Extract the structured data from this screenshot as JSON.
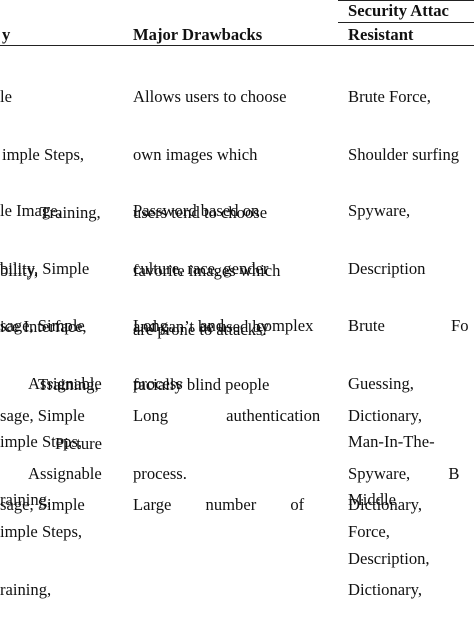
{
  "header": {
    "group_label": "Security Attac",
    "col1": "y",
    "col2": "Major Drawbacks",
    "col3": "Resistant"
  },
  "rows": [
    {
      "col1": [
        "le",
        "imple Steps,",
        "Training,",
        "bility,"
      ],
      "col2": [
        "Allows users to choose",
        "own images which",
        "users tend to choose",
        "favorite images which",
        "are prone to attacks."
      ],
      "col3": [
        "Brute Force,",
        "Shoulder surfing"
      ]
    },
    {
      "col1": [
        "le Image,",
        "bility, Simple",
        "ice Interface,",
        "Training,",
        "Picture"
      ],
      "col2": [
        "Password based on",
        "culture, race, gender",
        "and can’t be used by",
        "facially blind people"
      ],
      "col3": [
        "Spyware,",
        "Description"
      ]
    },
    {
      "col1": [
        "sage, Simple",
        "Assignable",
        "imple Steps,",
        "raining,"
      ],
      "col2": [
        "Long and complex",
        "process"
      ],
      "col3": [
        "Brute Fo",
        "Guessing,",
        "Man-In-The-",
        "Middle",
        "Description,"
      ]
    },
    {
      "col1": [
        "sage, Simple",
        "Assignable",
        "imple Steps,",
        "raining,"
      ],
      "col2": [
        "Long authentication",
        "process."
      ],
      "col3": [
        "Dictionary,",
        "Spyware, B",
        "Force,",
        "Dictionary,"
      ]
    },
    {
      "col1": [
        "sage, Simple"
      ],
      "col2": [
        "Large number of"
      ],
      "col3": [
        "Dictionary,"
      ]
    }
  ]
}
